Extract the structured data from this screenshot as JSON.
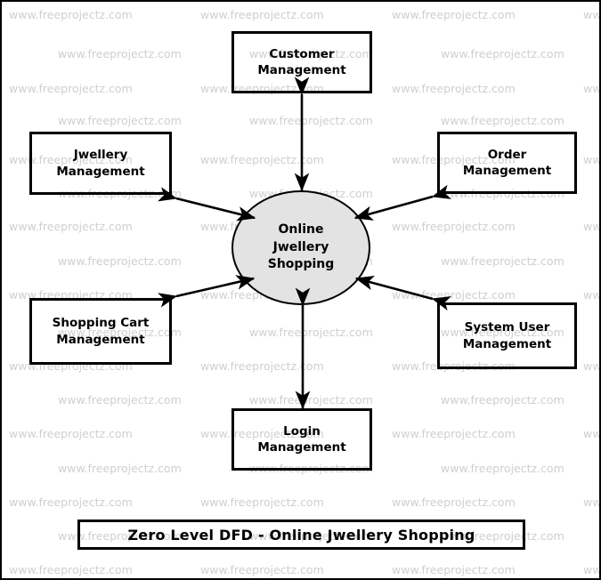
{
  "diagram": {
    "type": "data-flow-diagram",
    "level": "Zero Level DFD",
    "title": "Zero Level DFD - Online Jwellery Shopping",
    "process": {
      "id": "process-0",
      "label": "Online\nJwellery\nShopping",
      "shape": "circle",
      "fill": "#e3e3e3",
      "stroke": "#000000"
    },
    "entities": [
      {
        "id": "customer-management",
        "label": "Customer\nManagement",
        "position": "top-center",
        "flow": "bidirectional"
      },
      {
        "id": "jwellery-management",
        "label": "Jwellery\nManagement",
        "position": "top-left",
        "flow": "bidirectional"
      },
      {
        "id": "order-management",
        "label": "Order\nManagement",
        "position": "top-right",
        "flow": "bidirectional"
      },
      {
        "id": "shopping-cart-management",
        "label": "Shopping Cart\nManagement",
        "position": "bottom-left",
        "flow": "bidirectional"
      },
      {
        "id": "system-user-management",
        "label": "System User\nManagement",
        "position": "bottom-right",
        "flow": "bidirectional"
      },
      {
        "id": "login-management",
        "label": "Login\nManagement",
        "position": "bottom-center",
        "flow": "bidirectional"
      }
    ],
    "colors": {
      "stroke": "#000000",
      "process_fill": "#e3e3e3",
      "background": "#ffffff",
      "watermark": "#cfcfcf"
    }
  },
  "watermark": {
    "text": "www.freeprojectz.com"
  }
}
